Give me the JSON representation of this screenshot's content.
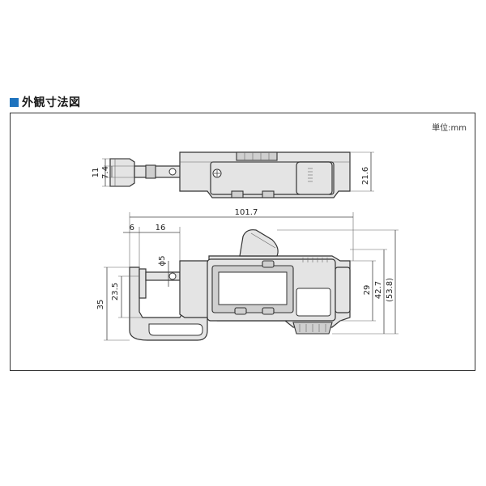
{
  "heading": {
    "title": "外観寸法図"
  },
  "unit_label": "単位:mm",
  "colors": {
    "accent": "#1e73be",
    "outline": "#333333",
    "body": "#e4e4e4"
  },
  "top_view": {
    "dims": {
      "d11": "11",
      "d7_4": "7.4",
      "d21_6": "21.6"
    }
  },
  "front_view": {
    "dims": {
      "d101_7": "101.7",
      "d6": "6",
      "d16": "16",
      "d5": "ϕ5",
      "d23_5": "23.5",
      "d35": "35",
      "d29": "29",
      "d42_7": "42.7",
      "d53_8": "(53.8)"
    }
  }
}
